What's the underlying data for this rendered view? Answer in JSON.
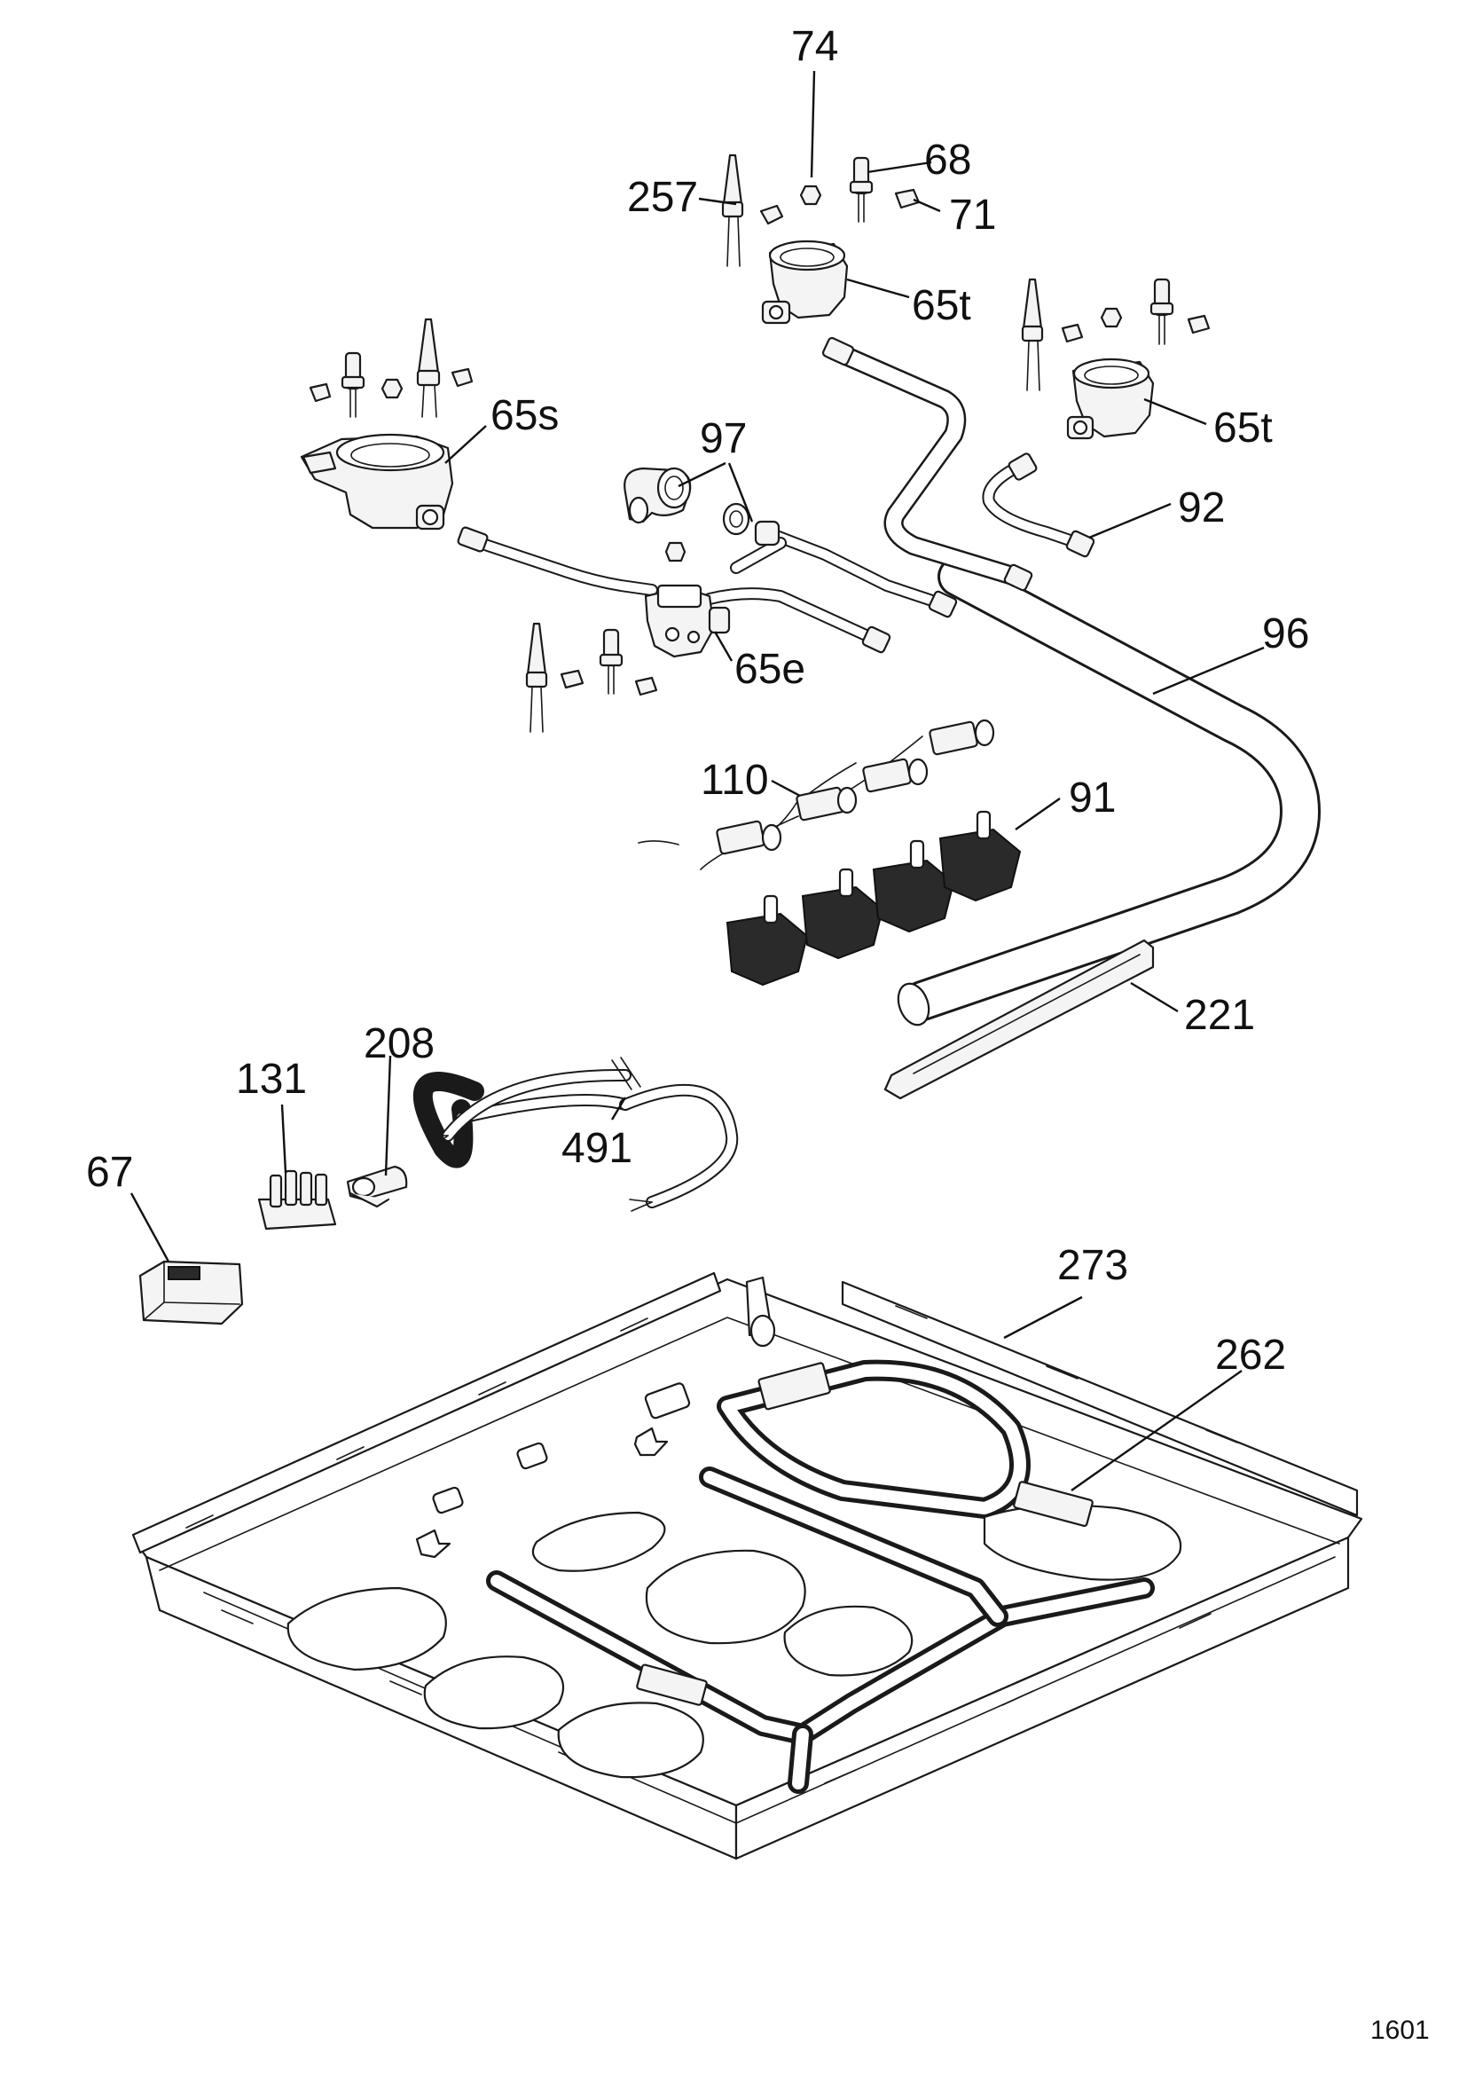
{
  "page_number": "1601",
  "callouts": {
    "c74": "74",
    "c68": "68",
    "c257": "257",
    "c71": "71",
    "c65t_top": "65t",
    "c65t_right": "65t",
    "c65s": "65s",
    "c97": "97",
    "c92": "92",
    "c96": "96",
    "c65e": "65e",
    "c110": "110",
    "c91": "91",
    "c221": "221",
    "c208": "208",
    "c131": "131",
    "c491": "491",
    "c67": "67",
    "c273": "273",
    "c262": "262"
  }
}
